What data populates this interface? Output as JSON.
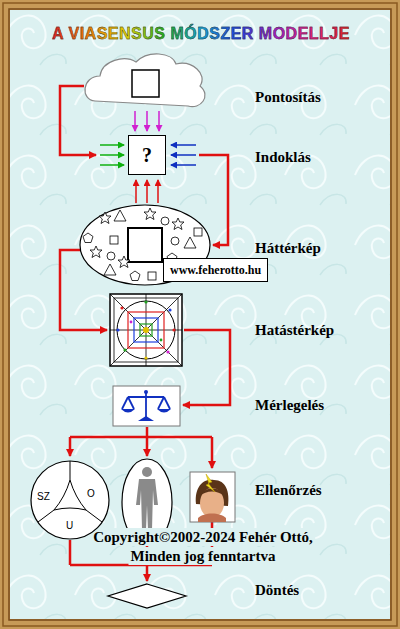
{
  "diagram": {
    "title": "A VIASENSUS MÓDSZER MODELLJE",
    "nodes": [
      {
        "text": [
          "?"
        ]
      },
      {
        "text": [
          "www.feherotto.hu"
        ]
      },
      {
        "text": [
          "SZ",
          "O",
          "U"
        ]
      }
    ],
    "labels": [
      "Pontosítás",
      "Indoklás",
      "Háttérkép",
      "Hatástérkép",
      "Mérlegelés",
      "Ellenőrzés",
      "Döntés",
      "Copyright©2002-2024 Fehér Ottó,",
      "Minden jog fenntartva"
    ]
  }
}
